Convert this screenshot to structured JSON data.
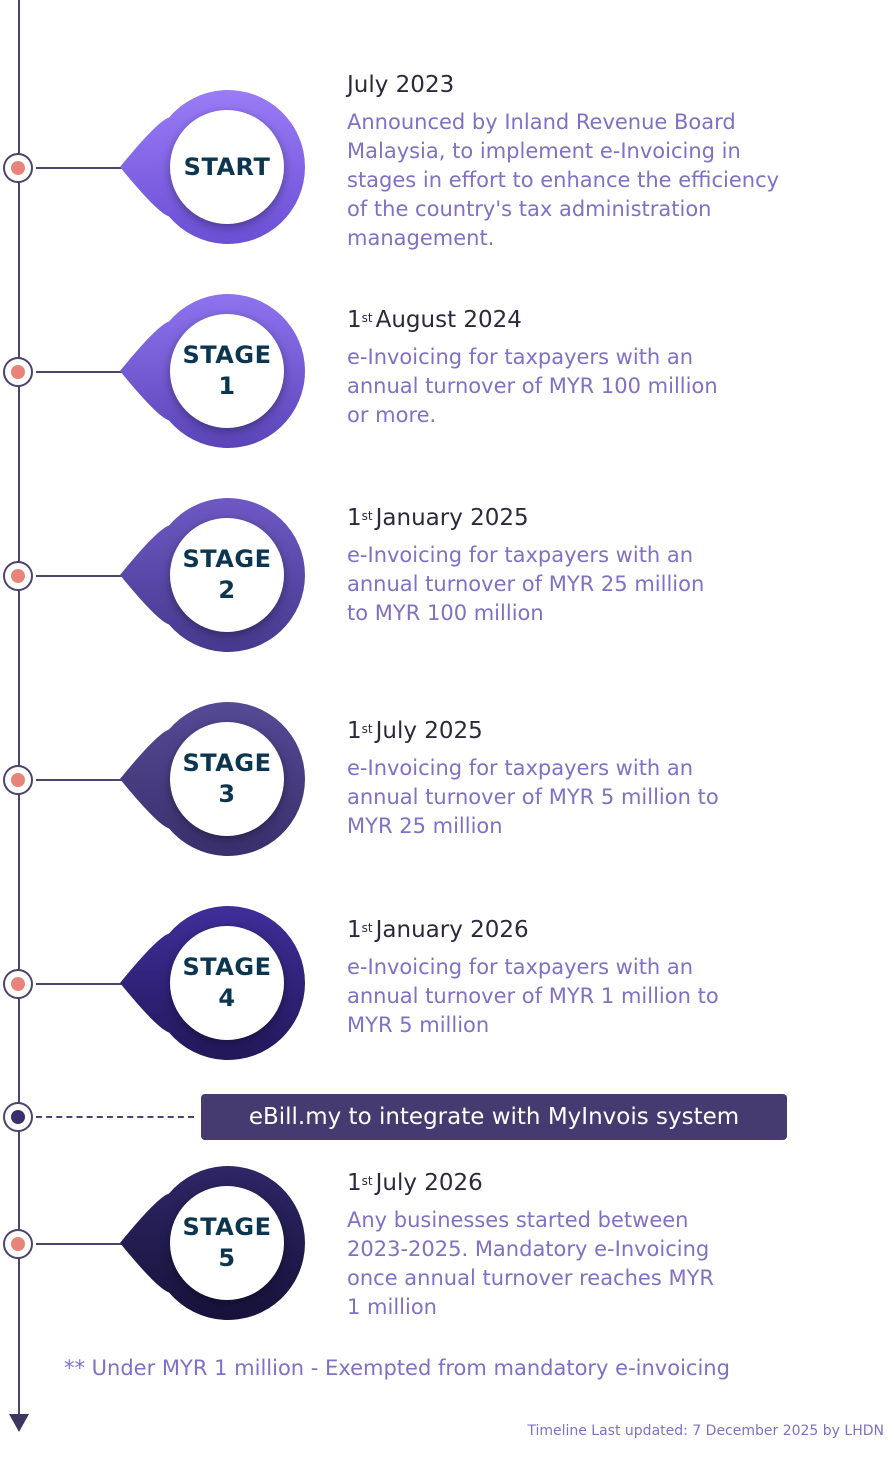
{
  "stages": [
    {
      "label_line1": "START",
      "label_line2": "",
      "date_sup": "",
      "date_text": "July 2023",
      "description": "Announced by Inland Revenue Board\nMalaysia, to implement e-Invoicing in\nstages in effort to enhance the efficiency\nof the country's tax administration\nmanagement.",
      "color_top": "#9a7cf7",
      "color_bottom": "#6b4fd4"
    },
    {
      "label_line1": "STAGE",
      "label_line2": "1",
      "date_sup": "st",
      "date_text": "August 2024",
      "description": "e-Invoicing for taxpayers with an\nannual turnover of MYR 100 million\nor more.",
      "color_top": "#8e73ef",
      "color_bottom": "#5a45b8"
    },
    {
      "label_line1": "STAGE",
      "label_line2": "2",
      "date_sup": "st",
      "date_text": "January 2025",
      "description": "e-Invoicing for taxpayers with an\nannual turnover of MYR 25 million\nto MYR 100 million",
      "color_top": "#6e59c4",
      "color_bottom": "#46398d"
    },
    {
      "label_line1": "STAGE",
      "label_line2": "3",
      "date_sup": "st",
      "date_text": "July 2025",
      "description": "e-Invoicing for taxpayers with an\nannual turnover of MYR 5 million to\nMYR 25 million",
      "color_top": "#554a95",
      "color_bottom": "#3a2f6c"
    },
    {
      "label_line1": "STAGE",
      "label_line2": "4",
      "date_sup": "st",
      "date_text": "January 2026",
      "description": "e-Invoicing for taxpayers with an\nannual turnover of MYR 1 million to\nMYR 5 million",
      "color_top": "#3f2e9a",
      "color_bottom": "#22185a"
    },
    {
      "label_line1": "STAGE",
      "label_line2": "5",
      "date_sup": "st",
      "date_text": "July 2026",
      "description": "Any businesses started between\n2023-2025. Mandatory e-Invoicing\nonce annual turnover reaches MYR\n1 million",
      "color_top": "#2e2666",
      "color_bottom": "#16123a"
    }
  ],
  "banner": {
    "text": "eBill.my to integrate with MyInvois system"
  },
  "note": "** Under MYR 1 million - Exempted from mandatory e-invoicing",
  "footer": "Timeline Last updated: 7 December 2025 by LHDN",
  "colors": {
    "node_dot": "#e8837a",
    "banner_dot": "#3a2f6c",
    "timeline": "#4b4370"
  }
}
